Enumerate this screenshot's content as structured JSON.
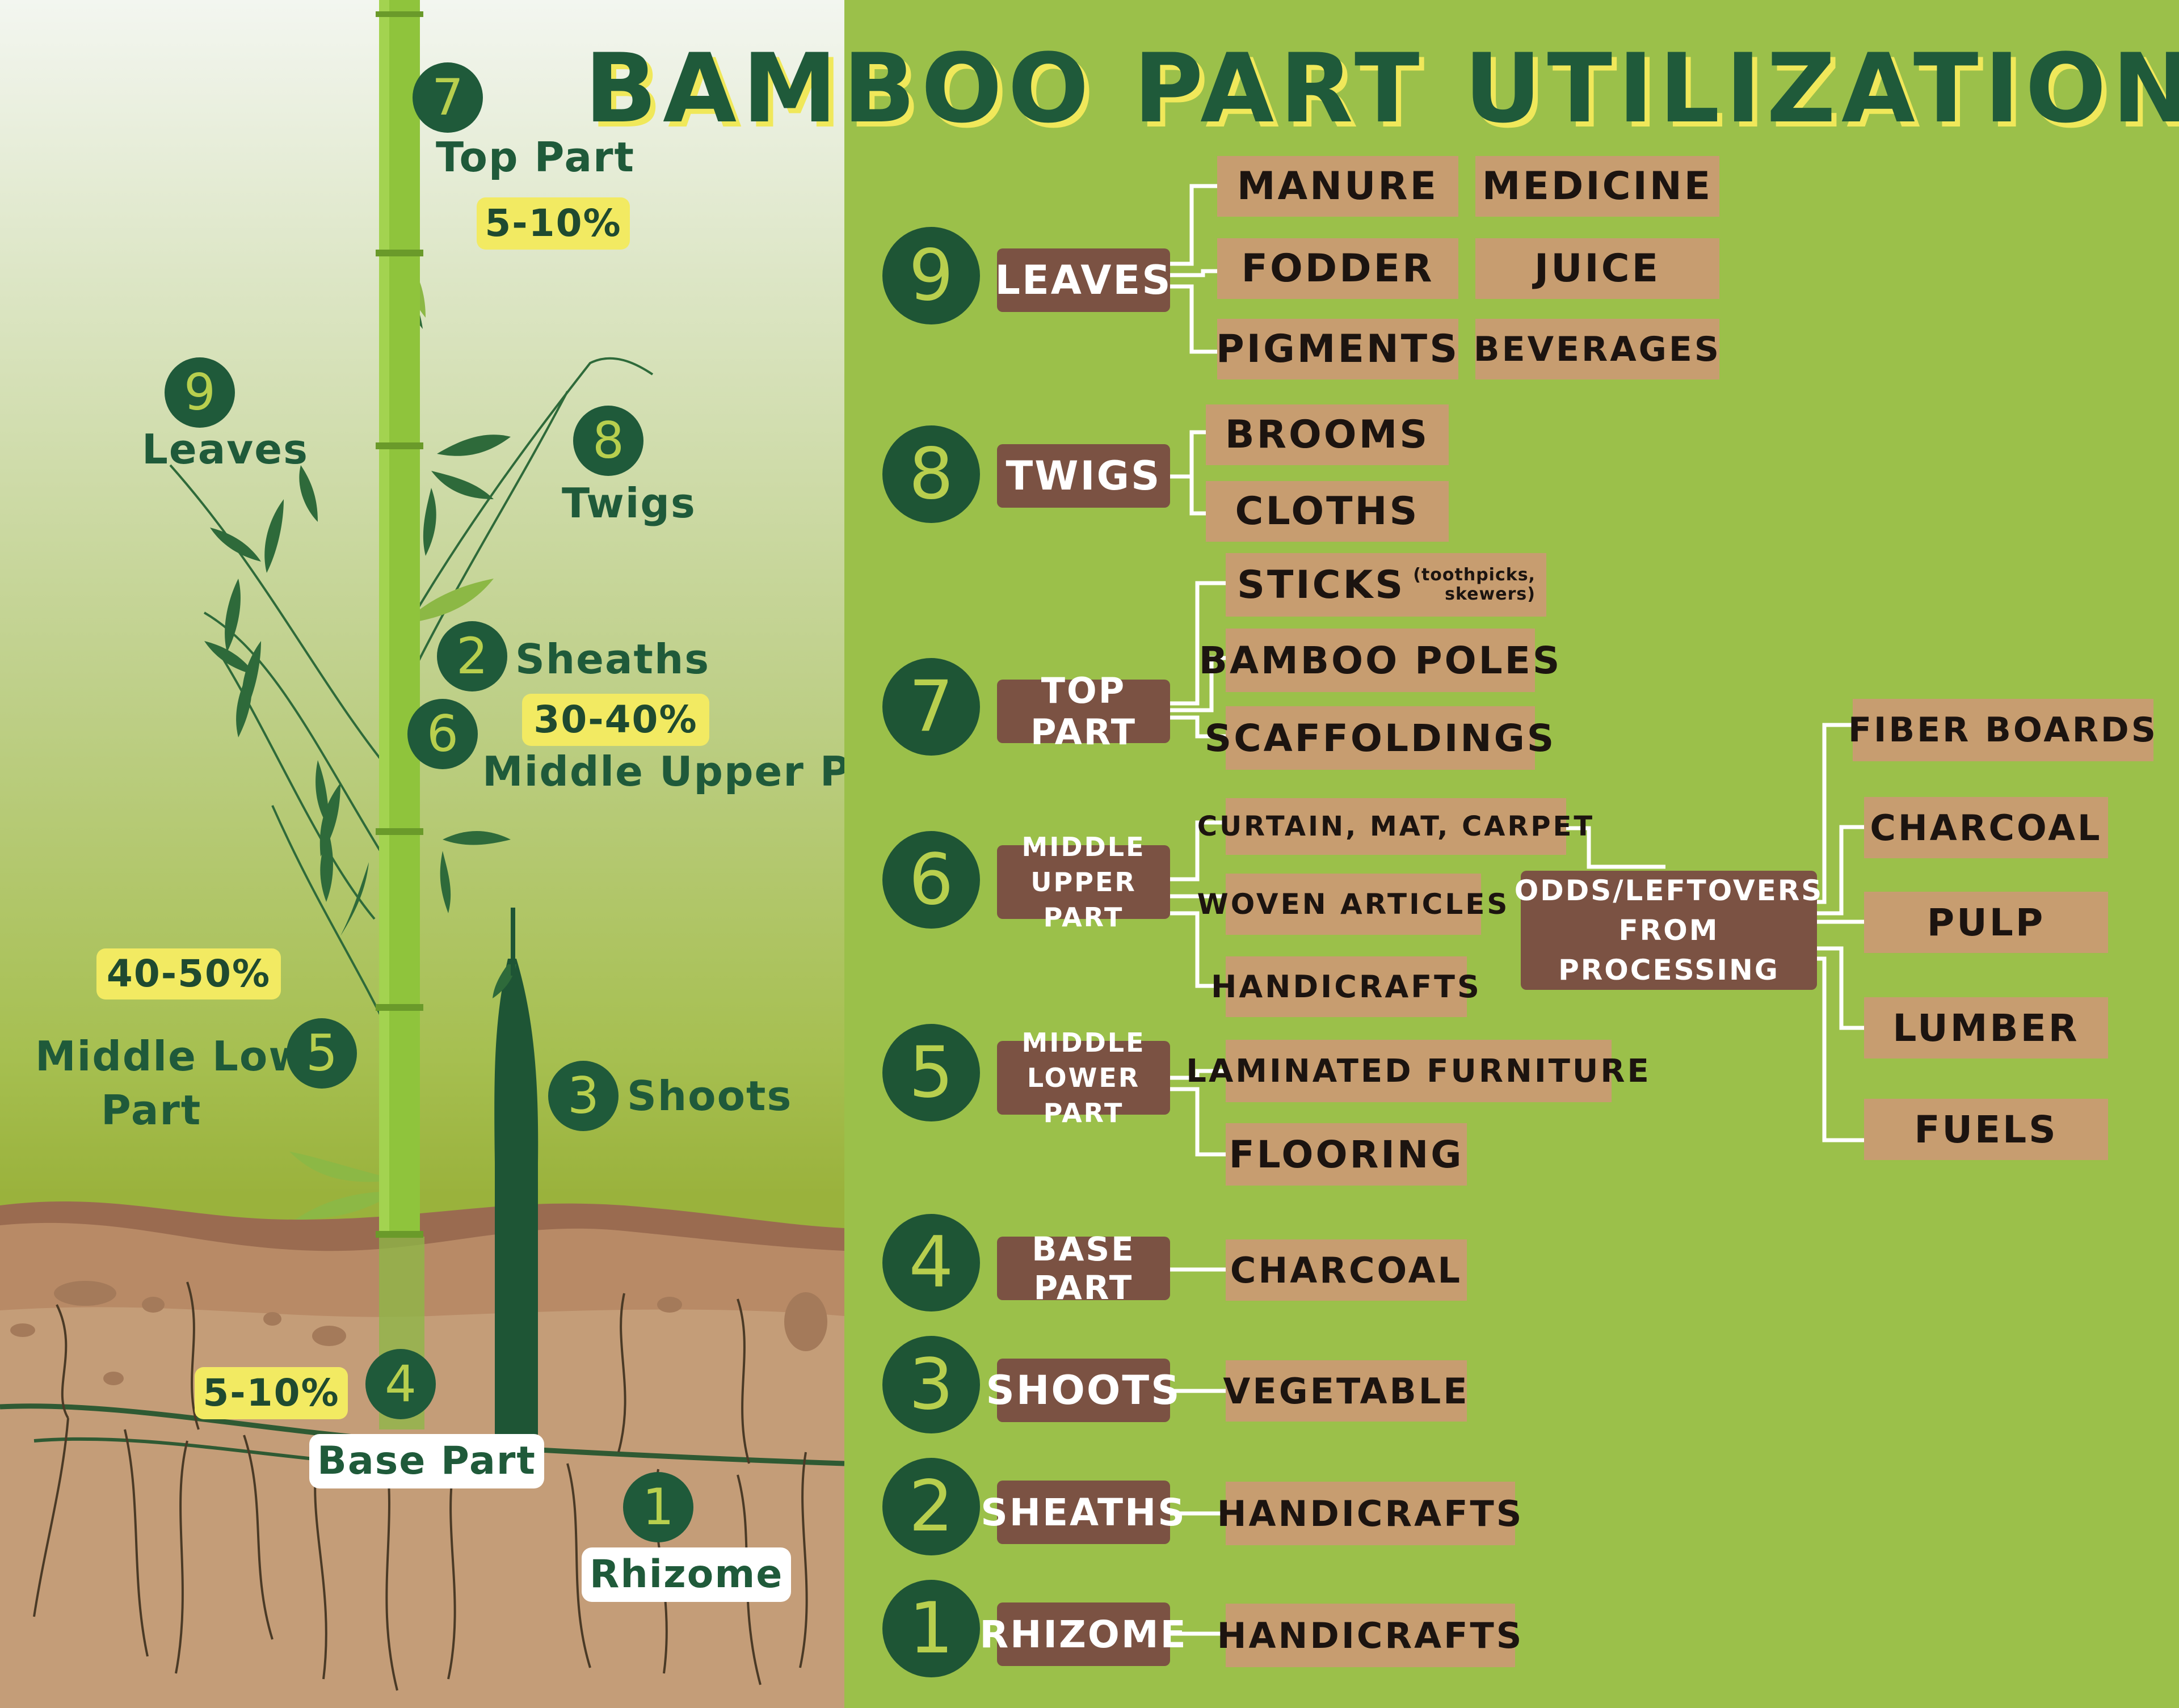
{
  "title": "BAMBOO PART UTILIZATION",
  "colors": {
    "dark_green": "#1f5a3a",
    "brown_category": "#7b5243",
    "tan_use": "#c79d70",
    "yellow_highlight": "#f2ea62",
    "background_green": "#9bc04a",
    "bamboo_green": "#8fc43c"
  },
  "illustration": {
    "parts": [
      {
        "num": "7",
        "label": "Top Part"
      },
      {
        "num": "9",
        "label": "Leaves"
      },
      {
        "num": "8",
        "label": "Twigs"
      },
      {
        "num": "2",
        "label": "Sheaths"
      },
      {
        "num": "6",
        "label": "Middle Upper Part"
      },
      {
        "num": "5",
        "label_line1": "Middle Lower",
        "label_line2": "Part"
      },
      {
        "num": "3",
        "label": "Shoots"
      },
      {
        "num": "4",
        "label": "Base Part"
      },
      {
        "num": "1",
        "label": "Rhizome"
      }
    ],
    "percentages": {
      "top": "5-10%",
      "middle_upper": "30-40%",
      "middle_lower": "40-50%",
      "base": "5-10%"
    }
  },
  "rows": [
    {
      "num": "9",
      "category": "LEAVES",
      "uses": [
        "MANURE",
        "MEDICINE",
        "FODDER",
        "JUICE",
        "PIGMENTS",
        "BEVERAGES"
      ]
    },
    {
      "num": "8",
      "category": "TWIGS",
      "uses": [
        "BROOMS",
        "CLOTHS"
      ]
    },
    {
      "num": "7",
      "category": "TOP PART",
      "uses": [
        "STICKS",
        "BAMBOO POLES",
        "SCAFFOLDINGS"
      ],
      "sticks_note_line1": "(toothpicks,",
      "sticks_note_line2": "skewers)"
    },
    {
      "num": "6",
      "category_line1": "MIDDLE",
      "category_line2": "UPPER PART",
      "uses": [
        "CURTAIN, MAT, CARPET",
        "WOVEN ARTICLES",
        "HANDICRAFTS"
      ]
    },
    {
      "num": "5",
      "category_line1": "MIDDLE",
      "category_line2": "LOWER PART",
      "uses": [
        "LAMINATED FURNITURE",
        "FLOORING"
      ]
    },
    {
      "num": "4",
      "category": "BASE PART",
      "uses": [
        "CHARCOAL"
      ]
    },
    {
      "num": "3",
      "category": "SHOOTS",
      "uses": [
        "VEGETABLE"
      ]
    },
    {
      "num": "2",
      "category": "SHEATHS",
      "uses": [
        "HANDICRAFTS"
      ]
    },
    {
      "num": "1",
      "category": "RHIZOME",
      "uses": [
        "HANDICRAFTS"
      ]
    }
  ],
  "leftovers": {
    "label_line1": "ODDS/LEFTOVERS",
    "label_line2": "FROM PROCESSING",
    "uses": [
      "FIBER BOARDS",
      "CHARCOAL",
      "PULP",
      "LUMBER",
      "FUELS"
    ]
  }
}
